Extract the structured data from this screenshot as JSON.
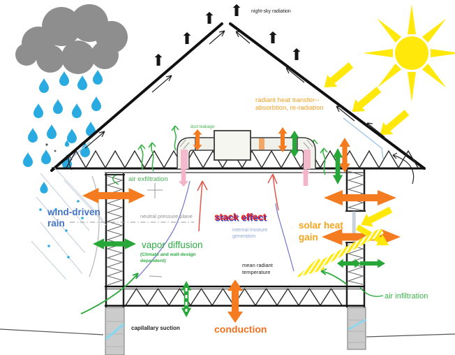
{
  "labels": {
    "night_sky_radiation": "night-sky radiation",
    "radiant_heat_line1": "radiant heat transfer--",
    "radiant_heat_line2": "absorbtion, re-radiation",
    "duct_leakage": "duct leakage",
    "air_exfiltration": "air exfiltration",
    "wind_driven_line1": "wind-driven",
    "wind_driven_line2": "rain",
    "neutral_pressure_plane": "neutral pressure plane",
    "stack_effect": "stack effect",
    "internal_moisture_line1": "internal mosture",
    "internal_moisture_line2": "generation",
    "vapor_diffusion": "vapor diffusion",
    "vapor_diffusion_sub1": "(Climate and wall-design",
    "vapor_diffusion_sub2": "dependent)",
    "solar_heat_line1": "solar heat",
    "solar_heat_line2": "gain",
    "mean_radiant_line1": "mean radiant",
    "mean_radiant_line2": "temperature",
    "capillary_suction": "capilallary suction",
    "conduction": "conduction",
    "air_infiltration": "air infiltration"
  },
  "colors": {
    "arrow_orange": "#f47b20",
    "arrow_green": "#27a737",
    "sun_yellow": "#ffe80a",
    "arrow_pink": "#f3b3c9",
    "rain_blue": "#29abe2",
    "cloud_gray": "#8e8e8e",
    "stack_red": "#e8221f",
    "label_blue": "#4472c4",
    "label_green": "#2ead45",
    "radiant_orange": "#f0a125",
    "conduction_orange": "#f07020",
    "internal_moisture_blue": "#8fa8d8",
    "neutral_gray": "#909090"
  }
}
